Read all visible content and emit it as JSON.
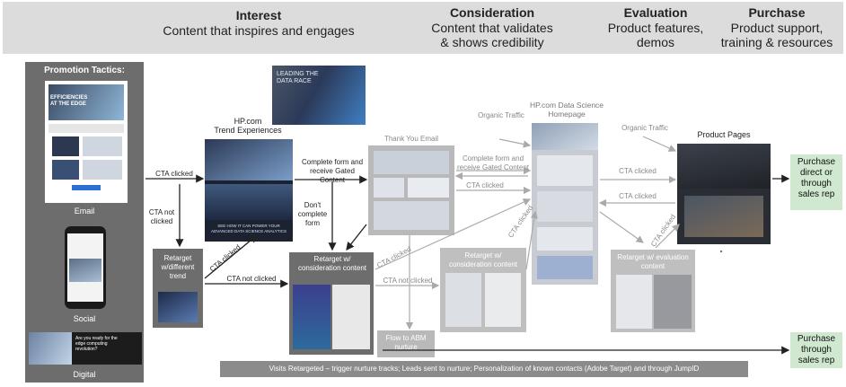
{
  "header": {
    "interest": {
      "title": "Interest",
      "subtitle": "Content that inspires and engages"
    },
    "consideration": {
      "title": "Consideration",
      "subtitle_line1": "Content that validates",
      "subtitle_line2": "& shows credibility"
    },
    "evaluation": {
      "title": "Evaluation",
      "subtitle_line1": "Product features,",
      "subtitle_line2": "demos"
    },
    "purchase": {
      "title": "Purchase",
      "subtitle_line1": "Product support,",
      "subtitle_line2": "training & resources"
    }
  },
  "promotion": {
    "title": "Promotion Tactics:",
    "email": "Email",
    "social": "Social",
    "digital": "Digital",
    "email_thumb_line1": "EFFICIENCIES",
    "email_thumb_line2": "AT THE EDGE",
    "digital_thumb": "Are you ready for the edge computing revolution?"
  },
  "ad_thumb": {
    "line1": "LEADING THE",
    "line2": "DATA RACE"
  },
  "nodes": {
    "trend_title_line1": "HP.com",
    "trend_title_line2": "Trend Experiences",
    "trend_thumb_text": "SEE HOW IT CAN POWER YOUR ADVANCED DATA SCIENCE ANALYTICS",
    "retarget_trend": "Retarget w/different trend",
    "retarget_consideration_dark": "Retarget w/ consideration content",
    "thank_you_email": "Thank You Email",
    "retarget_consideration_light": "Retarget w/ consideration content",
    "flow_abm": "Flow to ABM nurture",
    "ds_homepage_line1": "HP.com Data Science",
    "ds_homepage_line2": "Homepage",
    "retarget_evaluation": "Retarget w/ evaluation content",
    "product_pages": "Product Pages",
    "purchase_direct_line1": "Purchase",
    "purchase_direct_line2": "direct or",
    "purchase_direct_line3": "through",
    "purchase_direct_line4": "sales rep",
    "purchase_rep_line1": "Purchase",
    "purchase_rep_line2": "through",
    "purchase_rep_line3": "sales rep"
  },
  "labels": {
    "cta_clicked_1": "CTA clicked",
    "cta_not_clicked_1a": "CTA not",
    "cta_not_clicked_1b": "clicked",
    "cta_clicked_diag": "CTA clicked",
    "cta_not_clicked_2": "CTA not clicked",
    "complete_form_a": "Complete form and",
    "complete_form_b": "receive Gated Content",
    "dont_complete_a": "Don't",
    "dont_complete_b": "complete",
    "dont_complete_c": "form",
    "complete_form2_a": "Complete form and",
    "complete_form2_b": "receive Gated Content",
    "cta_clicked_3": "CTA clicked",
    "cta_clicked_diag2": "CTA clicked",
    "cta_clicked_diag3": "CTA clicked",
    "cta_not_clicked_3": "CTA not clicked",
    "organic_traffic_1": "Organic Traffic",
    "organic_traffic_2": "Organic Traffic",
    "cta_clicked_4": "CTA clicked",
    "cta_clicked_5": "CTA clicked",
    "cta_clicked_diag4": "CTA clicked"
  },
  "bottom_bar": "Visits Retargeted – trigger nurture tracks; Leads sent to nurture; Personalization of known contacts (Adobe Target) and through JumpID",
  "colors": {
    "header_bg": "#dcdcdc",
    "dark_box": "#6d6d6d",
    "green_box": "#cfe8cf",
    "bar": "#8b8b8b"
  }
}
